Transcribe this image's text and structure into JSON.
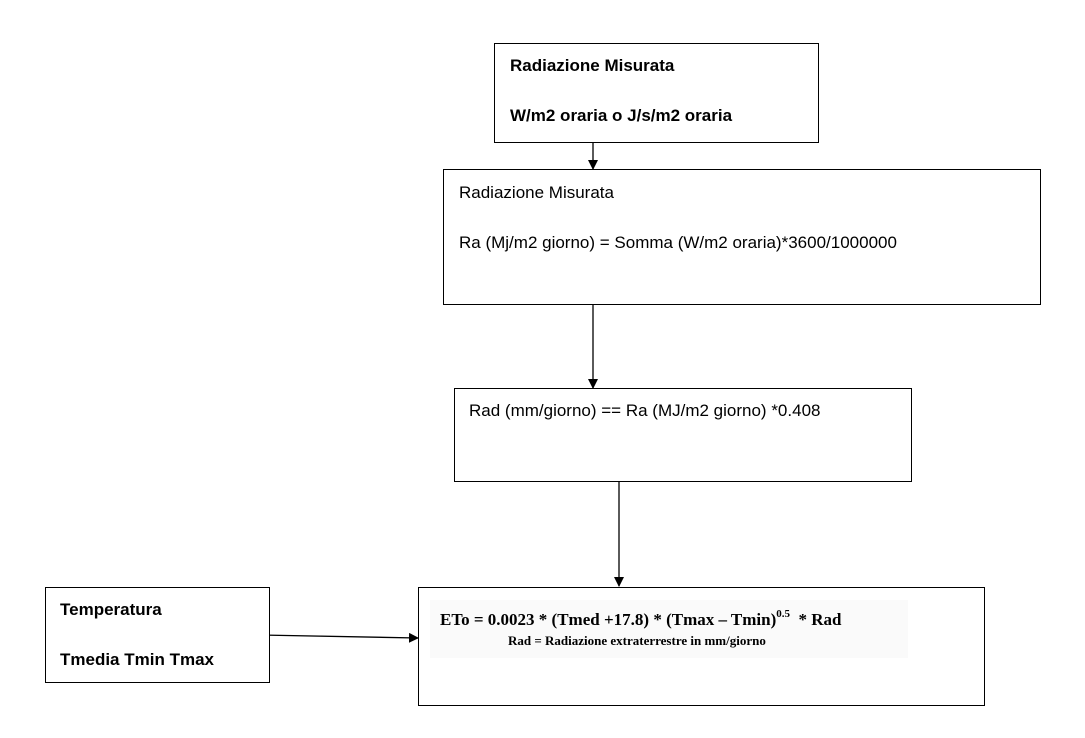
{
  "box1": {
    "line1": "Radiazione Misurata",
    "line2": "W/m2 oraria  o J/s/m2 oraria"
  },
  "box2": {
    "line1": "Radiazione Misurata",
    "line2": "Ra (Mj/m2 giorno) = Somma (W/m2 oraria)*3600/1000000"
  },
  "box3": {
    "line1": "Rad (mm/giorno) == Ra (MJ/m2 giorno) *0.408"
  },
  "box4": {
    "line1": "Temperatura",
    "line2": "Tmedia  Tmin  Tmax"
  },
  "box5": {
    "formula_main": "ETo = 0.0023 * (Tmed +17.8) * (Tmax – Tmin)",
    "formula_exponent": "0.5",
    "formula_tail": "  * Rad",
    "formula_note": "Rad = Radiazione extraterrestre in mm/giorno"
  }
}
